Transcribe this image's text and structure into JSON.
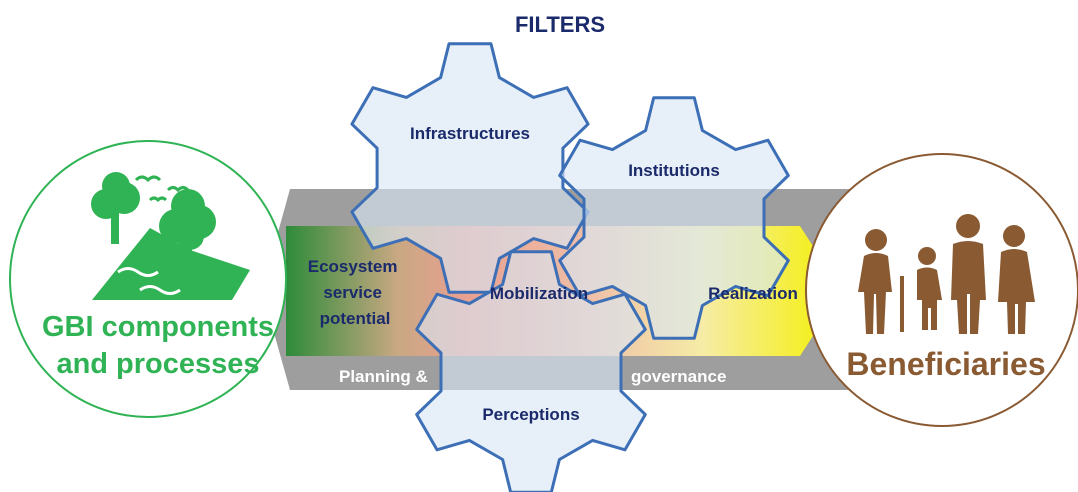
{
  "title": "FILTERS",
  "left_circle": {
    "line1": "GBI components",
    "line2": "and processes",
    "icon": "park-trees-river-birds-icon",
    "color": "#2fb354"
  },
  "right_circle": {
    "label": "Beneficiaries",
    "icon": "family-people-icon",
    "color": "#8a5a32"
  },
  "stages": {
    "ecosystem_line1": "Ecosystem",
    "ecosystem_line2": "service",
    "ecosystem_line3": "potential",
    "mobilization": "Mobilization",
    "realization": "Realization"
  },
  "band": {
    "left_text": "Planning &",
    "right_text": "governance",
    "color": "#9e9e9e"
  },
  "gears": {
    "infrastructures": "Infrastructures",
    "institutions": "Institutions",
    "perceptions": "Perceptions"
  },
  "colors": {
    "title": "#1b2a6b",
    "gear_fill": "#d8e6f6",
    "gear_stroke": "#3d6fb6",
    "arrow_start": "#2e8b3a",
    "arrow_mid": "#e9a091",
    "arrow_end": "#f4f000"
  }
}
